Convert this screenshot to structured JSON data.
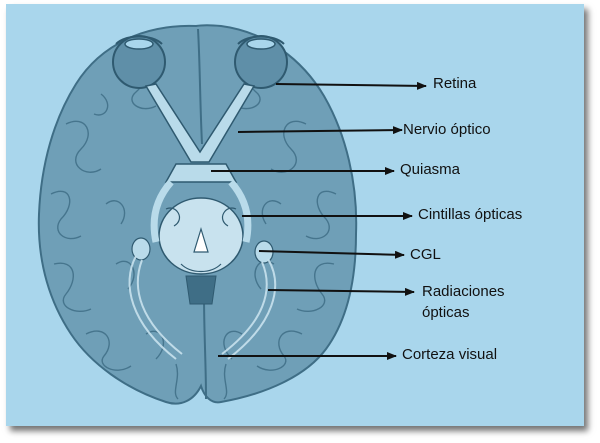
{
  "diagram": {
    "labels": {
      "retina": "Retina",
      "nervio_optico": "Nervio óptico",
      "quiasma": "Quiasma",
      "cintillas_opticas": "Cintillas ópticas",
      "cgl": "CGL",
      "radiaciones_line1": "Radiaciones",
      "radiaciones_line2": "ópticas",
      "corteza_visual": "Corteza visual"
    },
    "colors": {
      "background": "#a9d6ec",
      "brain_fill": "#6f9fb7",
      "brain_dark": "#3f6e86",
      "brain_light": "#9cc6da",
      "arrow": "#111111"
    }
  }
}
